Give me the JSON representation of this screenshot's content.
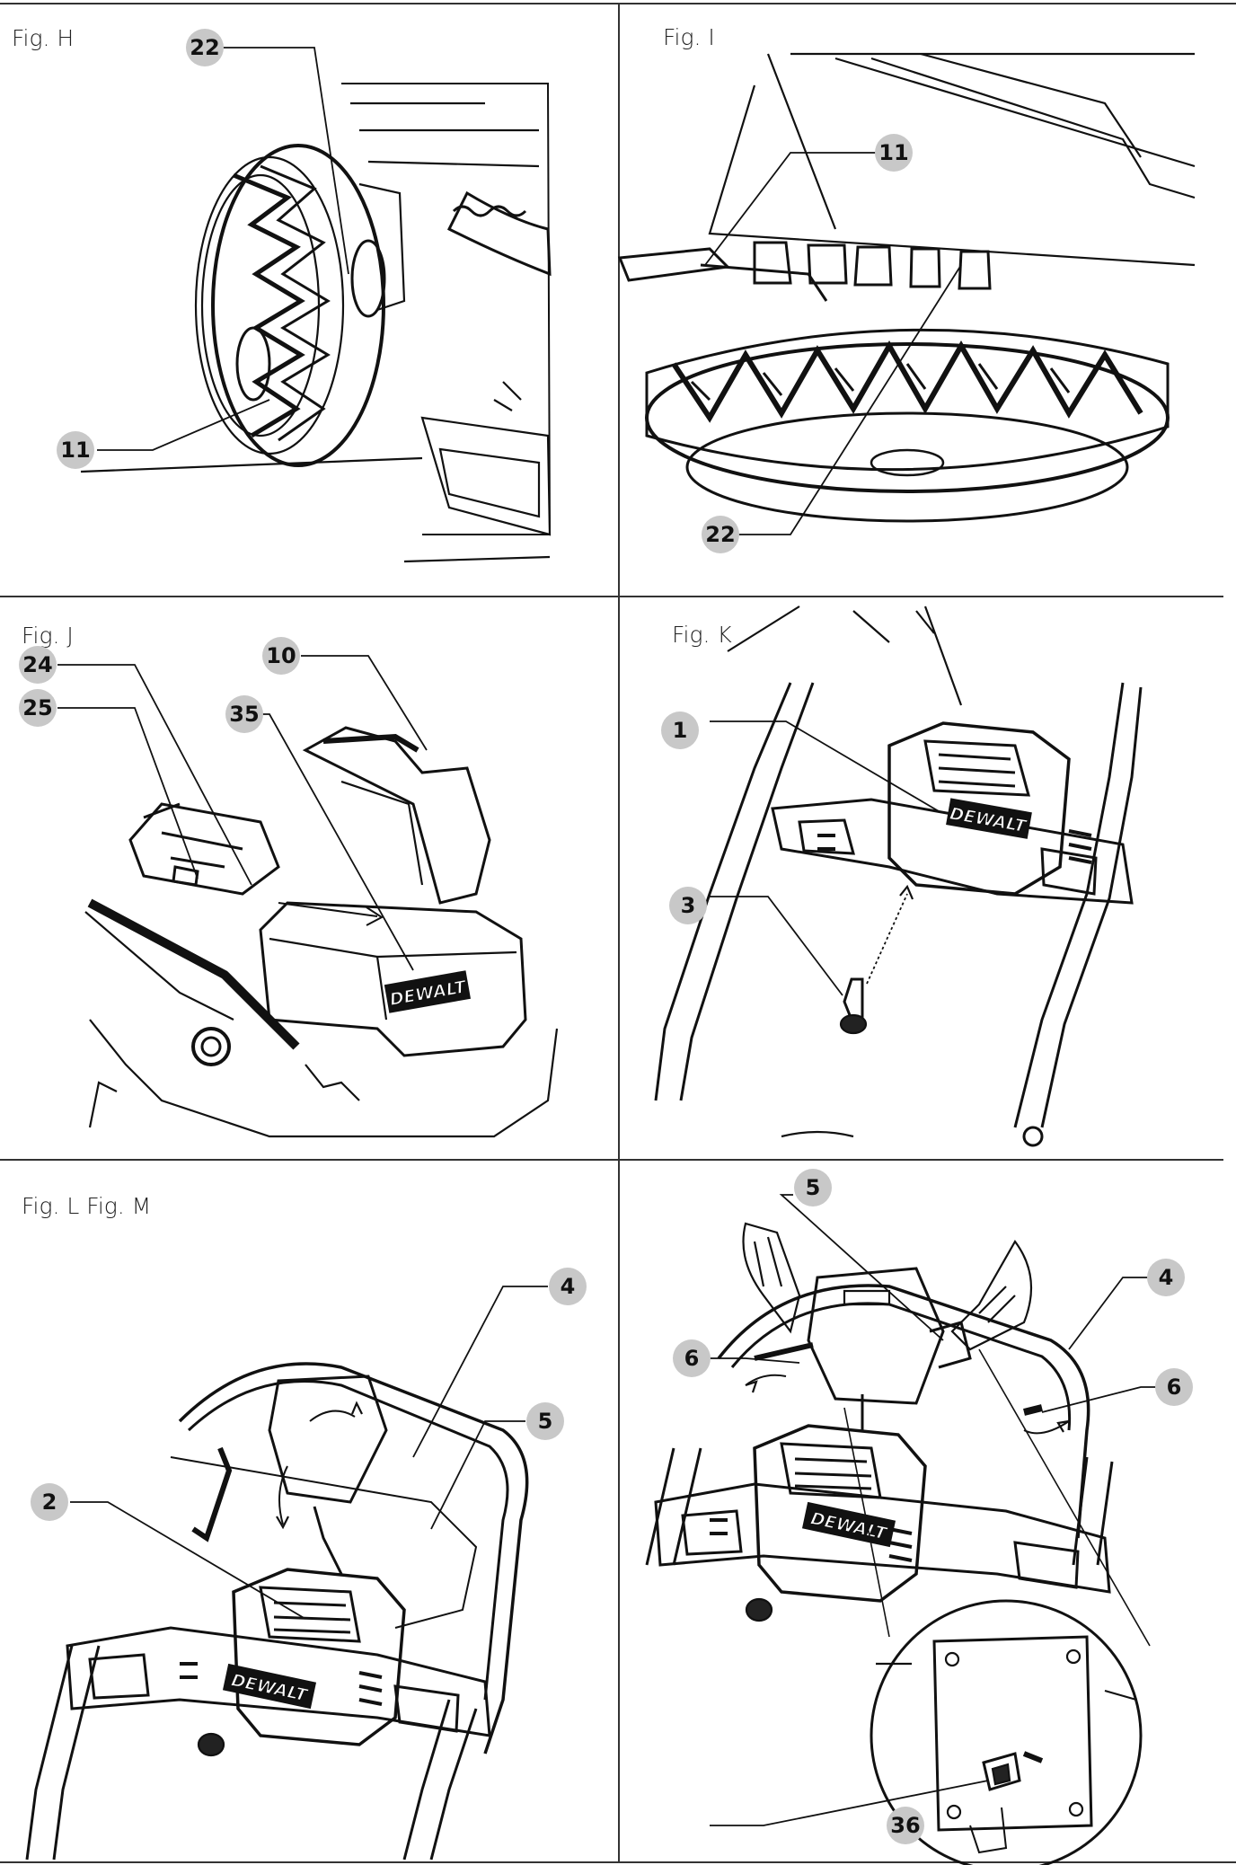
{
  "figures": {
    "h": {
      "label": "Fig. H",
      "callouts": {
        "a": "22",
        "b": "11"
      }
    },
    "i": {
      "label": "Fig. I",
      "callouts": {
        "a": "11",
        "b": "22"
      }
    },
    "j": {
      "label": "Fig. J",
      "callouts": {
        "a": "24",
        "b": "25",
        "c": "10",
        "d": "35"
      },
      "logo": "DEWALT"
    },
    "k": {
      "label": "Fig. K",
      "callouts": {
        "a": "1",
        "b": "3"
      },
      "logo": "DEWALT"
    },
    "lm": {
      "label": "Fig. L Fig. M"
    },
    "l": {
      "callouts": {
        "a": "4",
        "b": "5",
        "c": "2"
      },
      "logo": "DEWALT"
    },
    "m": {
      "callouts": {
        "a": "5",
        "b": "4",
        "c": "6",
        "d": "6",
        "e": "36"
      },
      "logo": "DEWALT"
    }
  },
  "colors": {
    "ink": "#111111",
    "callout_fill": "#c8c8c8",
    "rule": "#333333"
  }
}
